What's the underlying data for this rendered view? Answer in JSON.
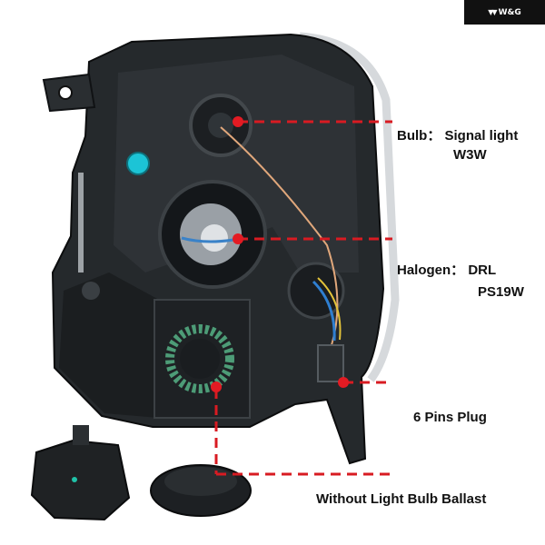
{
  "brand": {
    "logo_text": "W&G",
    "logo_icon": "wings-icon"
  },
  "callouts": {
    "bulb": {
      "label": "Bulb： Signal light",
      "value": "W3W"
    },
    "halogen": {
      "label": "Halogen： DRL",
      "value": "PS19W"
    },
    "plug": {
      "label": "6 Pins Plug"
    },
    "ballast": {
      "label": "Without Light Bulb Ballast"
    }
  },
  "colors": {
    "marker": "#e31b23",
    "dash": "#d81b22",
    "housing": "#202326",
    "lens_edge": "#cfd3d6"
  }
}
